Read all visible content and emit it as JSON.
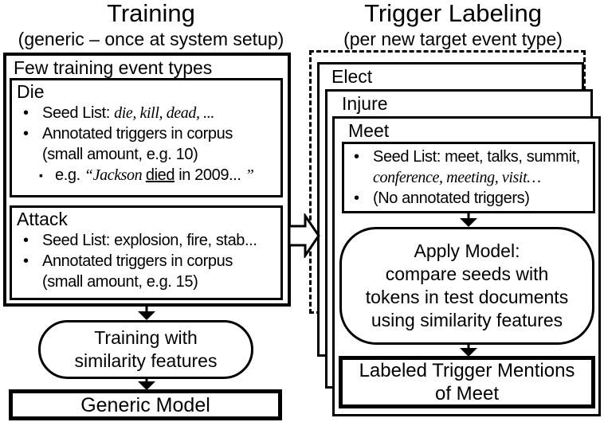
{
  "glyphs": {
    "bullet": "•",
    "square_bullet": "▪"
  },
  "colors": {
    "ink": "#000000",
    "paper": "#ffffff"
  },
  "training": {
    "title": "Training",
    "subtitle": "(generic – once at system setup)",
    "container_label": "Few training event types",
    "die": {
      "title": "Die",
      "seed_label": "Seed List: ",
      "seed_items": "die, kill, dead, ...",
      "annotated_line1": "Annotated triggers in corpus",
      "annotated_line2": "(small amount, e.g. 10)",
      "example_prefix": "e.g. ",
      "example_quoted_name": "“Jackson ",
      "example_trigger": "died",
      "example_rest": " in 2009... ",
      "example_close_quote": "”"
    },
    "attack": {
      "title": "Attack",
      "seed_label": "Seed List: ",
      "seed_items": "explosion, fire, stab...",
      "annotated_line1": "Annotated triggers in corpus",
      "annotated_line2": "(small amount, e.g. 15)"
    },
    "process_line1": "Training with",
    "process_line2": "similarity features",
    "output_label": "Generic Model"
  },
  "labeling": {
    "title": "Trigger Labeling",
    "subtitle": "(per new target event type)",
    "card_back_label": "Elect",
    "card_middle_label": "Injure",
    "card_front_label": "Meet",
    "meet": {
      "seed_label": "Seed List: ",
      "seed_items_line1": "meet, talks, summit,",
      "seed_items_line2": "conference, meeting, visit…",
      "no_annotated": "(No annotated triggers)"
    },
    "process_line1": "Apply Model:",
    "process_line2": "compare seeds with",
    "process_line3": "tokens in test documents",
    "process_line4": "using similarity features",
    "output_line1": "Labeled Trigger Mentions",
    "output_line2": "of Meet"
  }
}
